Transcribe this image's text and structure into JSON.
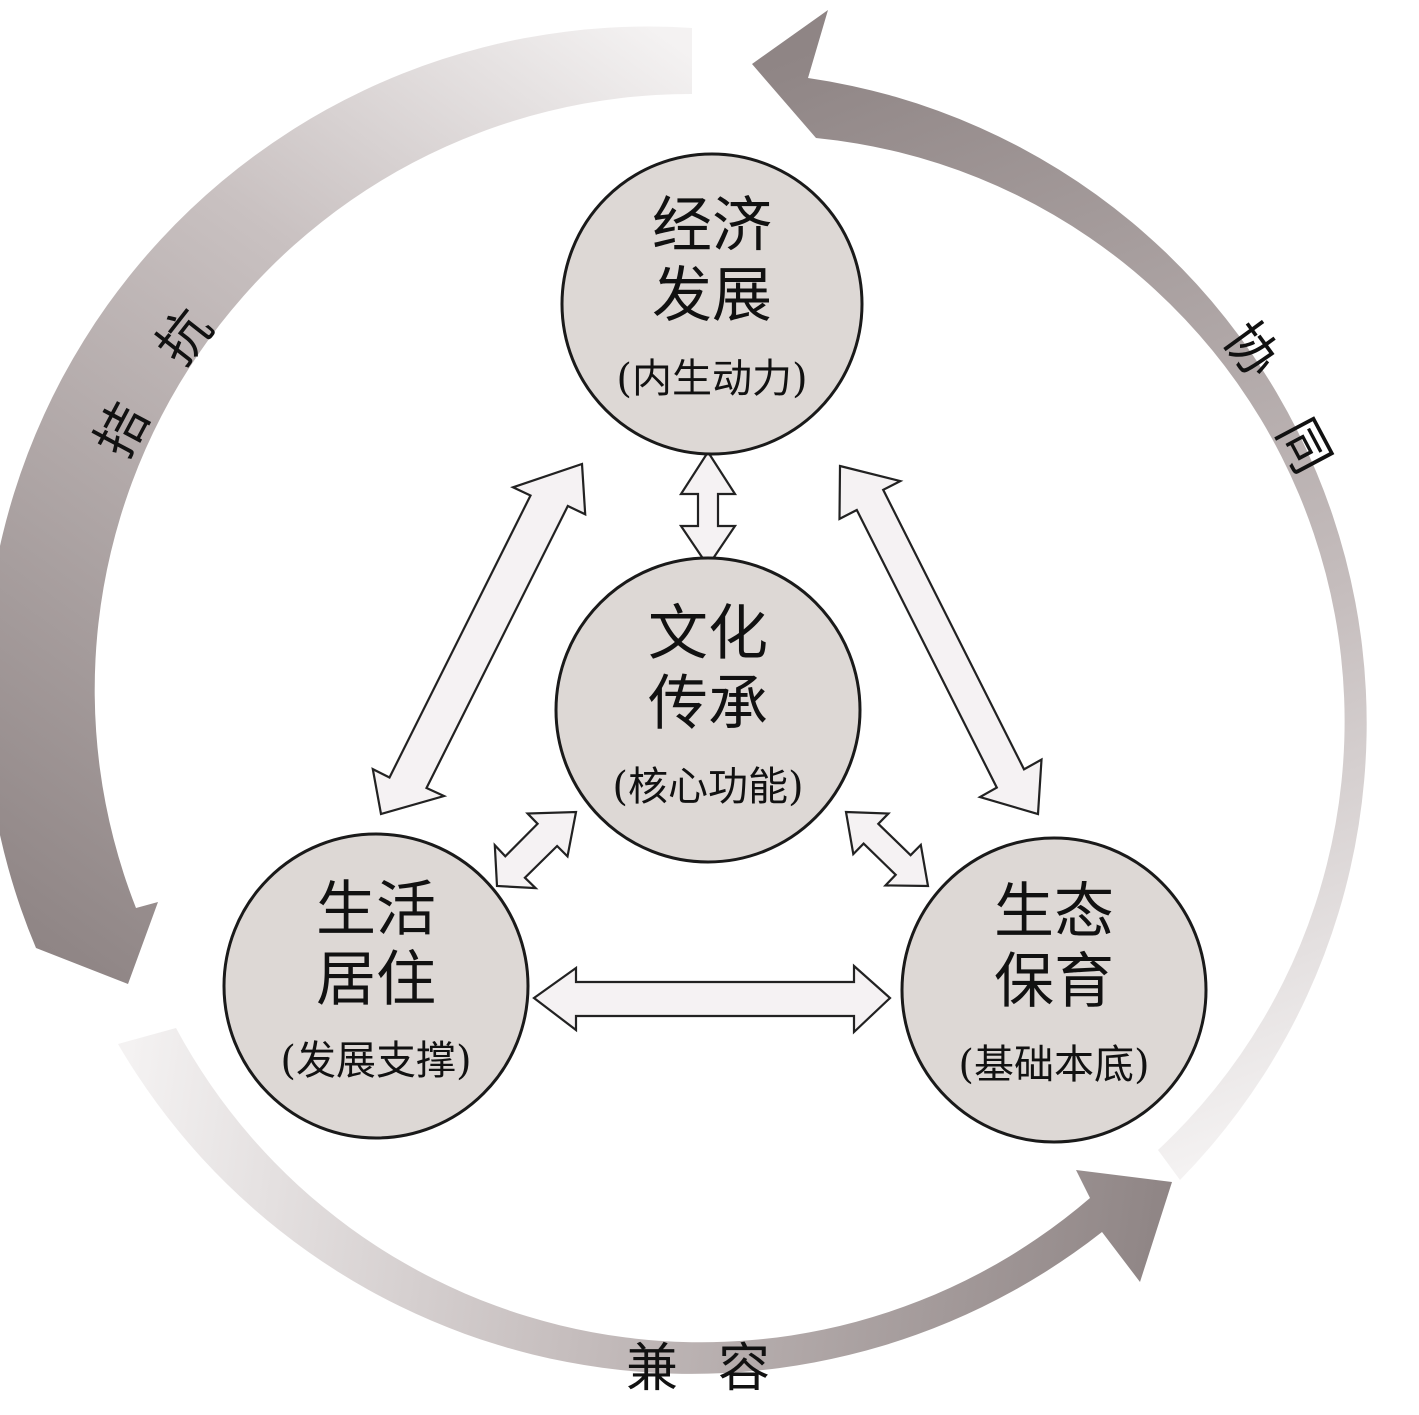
{
  "colors": {
    "ring": "#9e9494",
    "ring_light": "#f2f0f0",
    "node_fill": "#ddd8d5",
    "arrow_fill": "#f5f2f3",
    "stroke": "#1a1a1a"
  },
  "nodes": {
    "economy": {
      "title1": "经济",
      "title2": "发展",
      "subtitle": "(内生动力)"
    },
    "culture": {
      "title1": "文化",
      "title2": "传承",
      "subtitle": "(核心功能)"
    },
    "living": {
      "title1": "生活",
      "title2": "居住",
      "subtitle": "(发展支撑)"
    },
    "ecology": {
      "title1": "生态",
      "title2": "保育",
      "subtitle": "(基础本底)"
    }
  },
  "cycle_labels": {
    "left": {
      "char1": "拮",
      "char2": "抗"
    },
    "right": {
      "char1": "协",
      "char2": "同"
    },
    "bottom": {
      "char1": "兼",
      "char2": "容"
    }
  }
}
